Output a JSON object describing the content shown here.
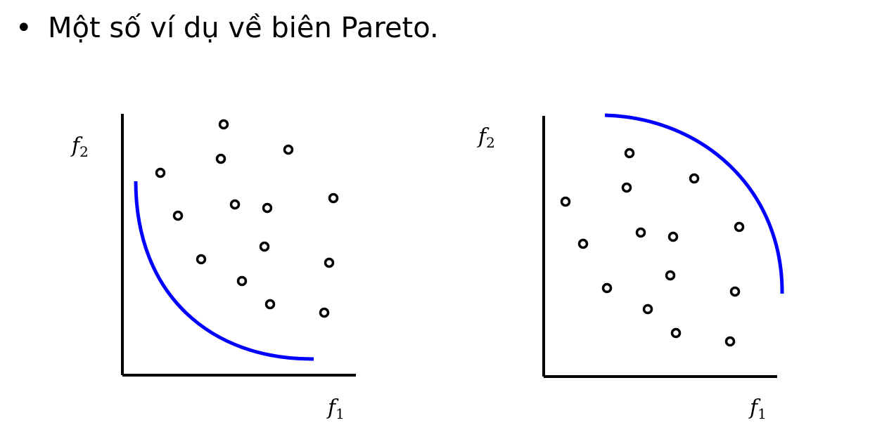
{
  "heading": {
    "bullet": "•",
    "text": "Một số ví dụ về biên Pareto."
  },
  "colors": {
    "axis": "#000000",
    "front": "#0000ff",
    "point": "#000000"
  },
  "plots": [
    {
      "id": "left",
      "x_label": "f",
      "x_sub": "1",
      "y_label": "f",
      "y_sub": "2"
    },
    {
      "id": "right",
      "x_label": "f",
      "x_sub": "1",
      "y_label": "f",
      "y_sub": "2"
    }
  ]
}
